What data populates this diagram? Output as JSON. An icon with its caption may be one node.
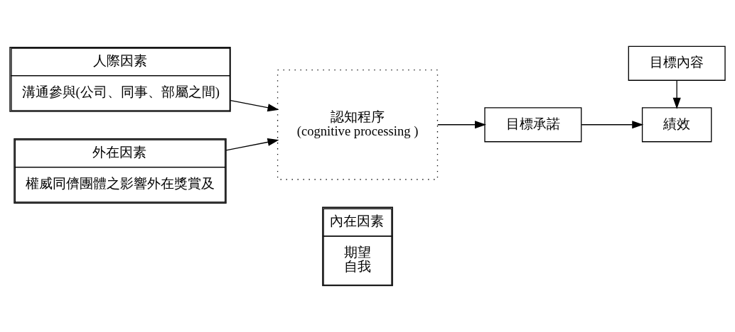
{
  "diagram": {
    "nodes": [
      {
        "text": [
          "人際因素",
          "溝通參與(公司、同事、部屬之間)"
        ]
      },
      {
        "text": [
          "外在因素",
          "權威同儕團體之影響外在獎賞及"
        ]
      },
      {
        "text": [
          "認知程序",
          "(cognitive processing )"
        ]
      },
      {
        "text": [
          "內在因素",
          "期望",
          "自我"
        ]
      },
      {
        "text": [
          "目標承諾"
        ]
      },
      {
        "text": [
          "目標內容"
        ]
      },
      {
        "text": [
          "績效"
        ]
      }
    ],
    "edges": [
      {
        "from": 0,
        "to": 2,
        "arrow": "to"
      },
      {
        "from": 1,
        "to": 2,
        "arrow": "to"
      },
      {
        "from": 2,
        "to": 4,
        "arrow": "to"
      },
      {
        "from": 4,
        "to": 6,
        "arrow": "to"
      },
      {
        "from": 5,
        "to": 6,
        "arrow": "to"
      }
    ]
  }
}
